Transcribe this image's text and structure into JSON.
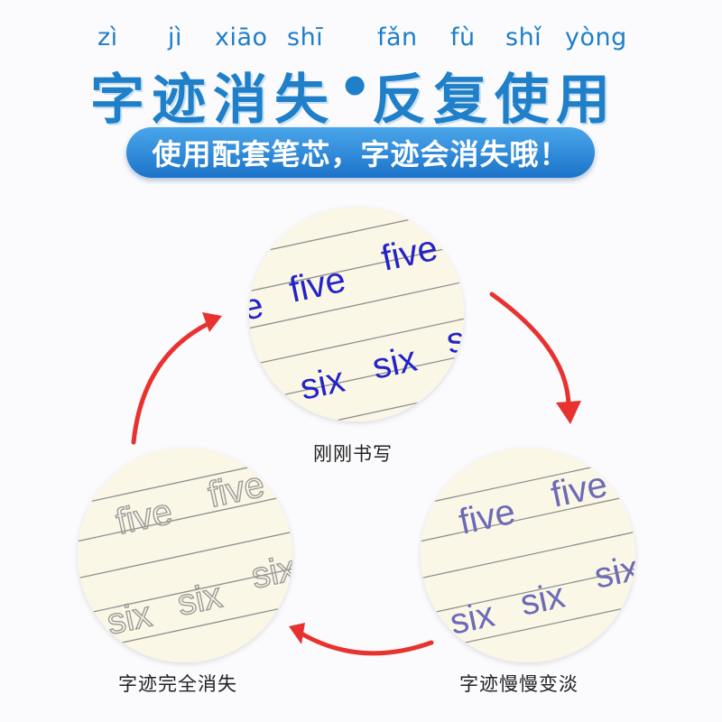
{
  "header": {
    "pinyin": [
      "zì",
      "jì",
      "xiāo",
      "shī",
      "fǎn",
      "fù",
      "shǐ",
      "yòng"
    ],
    "title_chars": [
      "字",
      "迹",
      "消",
      "失",
      "反",
      "复",
      "使",
      "用"
    ],
    "title_separator": "•",
    "banner": "使用配套笔芯，字迹会消失哦！"
  },
  "stages": [
    {
      "caption": "刚刚书写",
      "word_top": "five",
      "word_top_partial": "five",
      "word_top_left_fragment": "e",
      "word_bottom": "six",
      "word_bottom_partial": "six",
      "word_bottom_right_fragment": "s",
      "ink_color": "#2323c8"
    },
    {
      "caption": "字迹慢慢变淡",
      "word_top": "five",
      "word_top_partial": "five",
      "word_bottom": "six",
      "word_bottom_partial": "six",
      "ink_color": "#6d6ab8"
    },
    {
      "caption": "字迹完全消失",
      "word_top": "five",
      "word_top_partial": "five",
      "word_bottom": "six",
      "word_bottom_partial": "six",
      "ink_color": "#9a9a9a"
    }
  ],
  "colors": {
    "brand_blue": "#1f7fc8",
    "arrow_red": "#e8322f",
    "paper": "#faf7e6",
    "paper_line": "#8f8f8f"
  }
}
